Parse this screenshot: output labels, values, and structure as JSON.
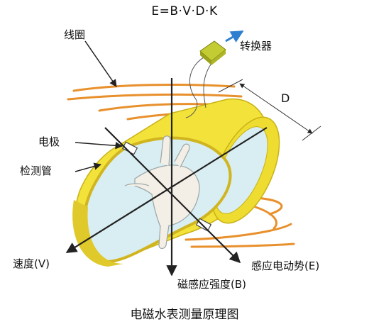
{
  "formula": "E=B·V·D·K",
  "labels": {
    "coil": "线圈",
    "converter": "转换器",
    "diameter": "D",
    "electrode": "电极",
    "tube": "检测管",
    "velocity": "速度(V)",
    "emf": "感应电动势(E)",
    "field": "磁感应强度(B)"
  },
  "caption": "电磁水表测量原理图",
  "colors": {
    "tube_yellow": "#f2e23a",
    "tube_edge": "#c9b215",
    "bore": "#d9eef2",
    "coil": "#e8902c",
    "arrow_blue": "#2f7fd0",
    "converter": "#c4cc33",
    "line": "#222222"
  },
  "icons": [
    "hand-right-rule-icon",
    "converter-box-icon",
    "flow-direction-arrow-icon"
  ]
}
